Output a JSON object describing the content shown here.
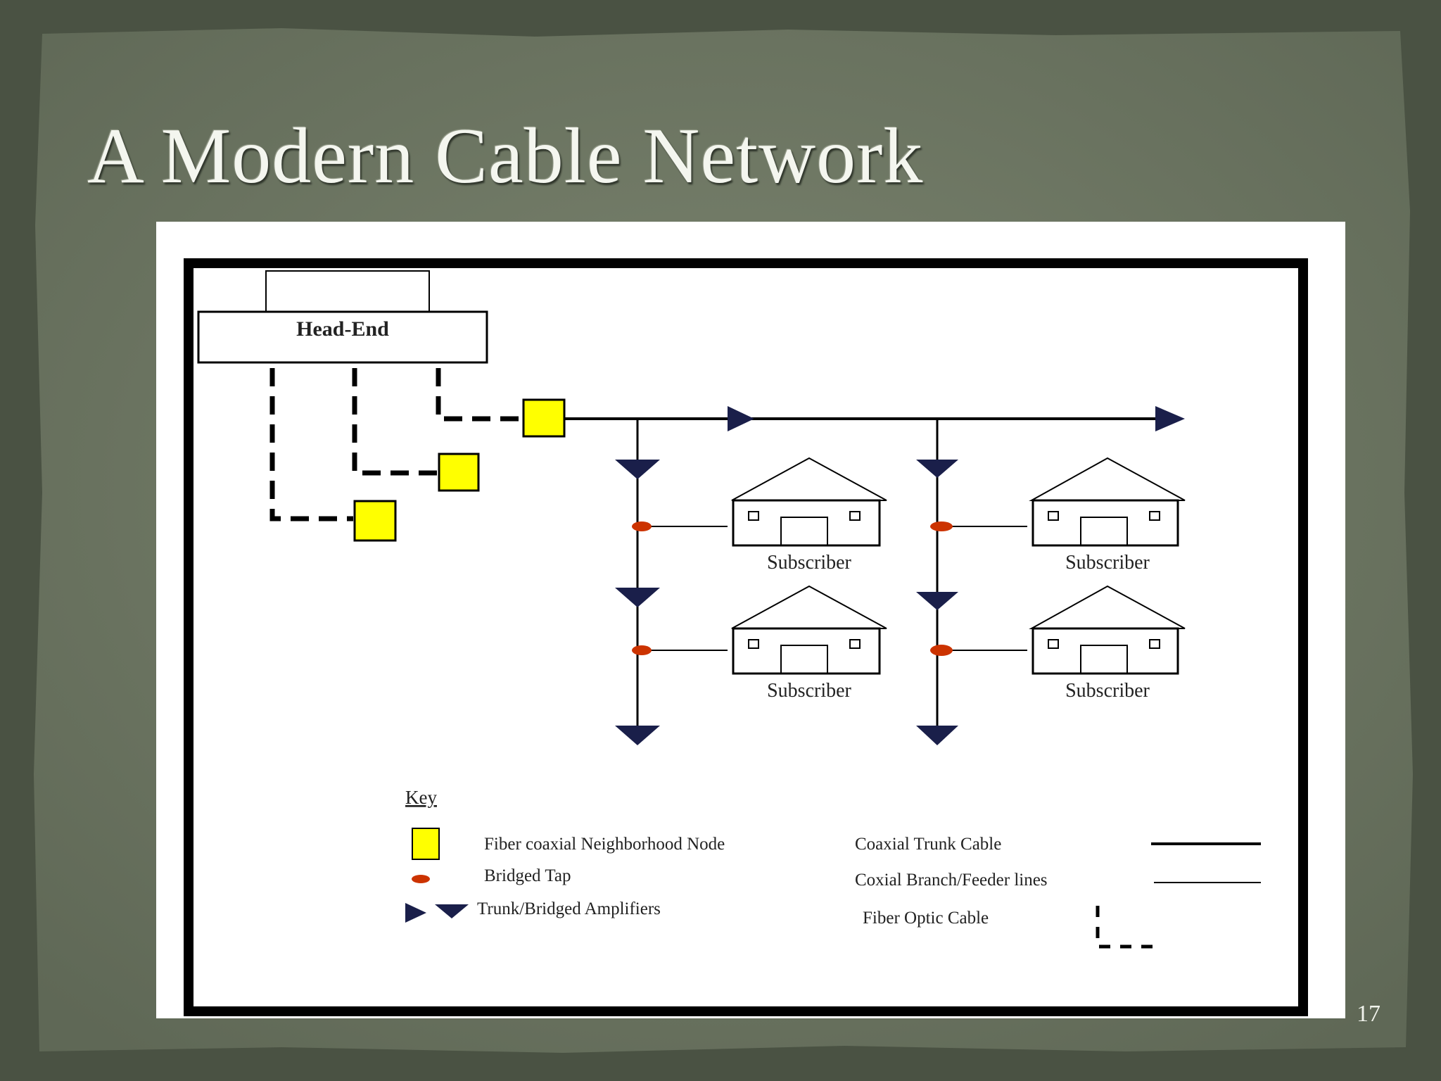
{
  "slide": {
    "title": "A Modern Cable Network",
    "page_number": "17"
  },
  "diagram": {
    "head_end_label": "Head-End",
    "subscribers": [
      {
        "label": "Subscriber"
      },
      {
        "label": "Subscriber"
      },
      {
        "label": "Subscriber"
      },
      {
        "label": "Subscriber"
      }
    ],
    "key": {
      "title": "Key",
      "items": [
        {
          "label": "Fiber coaxial Neighborhood Node",
          "icon": "yellow-square-node"
        },
        {
          "label": "Bridged Tap",
          "icon": "red-ellipse-tap"
        },
        {
          "label": "Trunk/Bridged Amplifiers",
          "icon": "triangle-amplifier"
        }
      ],
      "lines": [
        {
          "label": "Coaxial Trunk Cable",
          "style": "thick-solid"
        },
        {
          "label": "Coxial Branch/Feeder lines",
          "style": "thin-solid"
        },
        {
          "label": "Fiber Optic Cable",
          "style": "dashed"
        }
      ]
    },
    "colors": {
      "node": "#ffff00",
      "tap": "#cc3300",
      "amplifier": "#1a1f4a",
      "background_slide": "#5d6654"
    }
  }
}
